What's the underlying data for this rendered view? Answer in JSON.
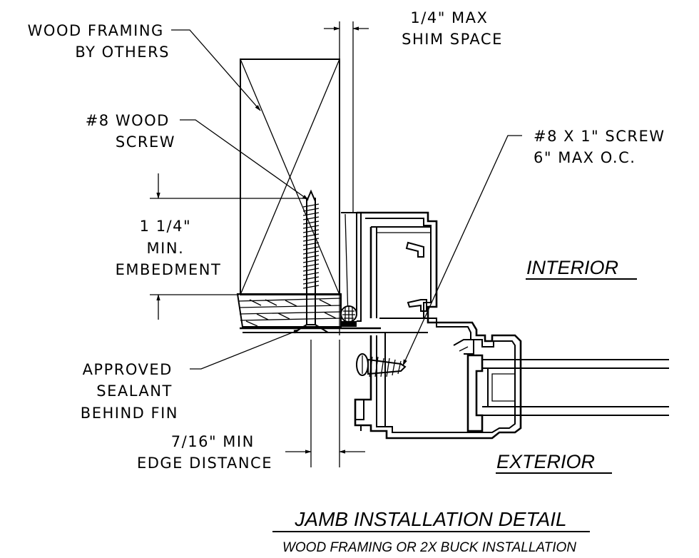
{
  "labels": {
    "wood_framing": [
      "WOOD FRAMING",
      "BY OTHERS"
    ],
    "wood_screw": [
      "#8 WOOD",
      "SCREW"
    ],
    "embedment": [
      "1  1/4\"",
      "MIN.",
      "EMBEDMENT"
    ],
    "sealant": [
      "APPROVED",
      "SEALANT",
      "BEHIND FIN"
    ],
    "edge_distance": [
      "7/16\" MIN",
      "EDGE DISTANCE"
    ],
    "shim_space": [
      "1/4\" MAX",
      "SHIM SPACE"
    ],
    "frame_screw": [
      "#8 X 1\" SCREW",
      "6\" MAX O.C."
    ]
  },
  "sides": {
    "interior": "INTERIOR",
    "exterior": "EXTERIOR"
  },
  "title": {
    "main": "JAMB INSTALLATION DETAIL",
    "sub": "WOOD FRAMING OR 2X BUCK INSTALLATION"
  }
}
